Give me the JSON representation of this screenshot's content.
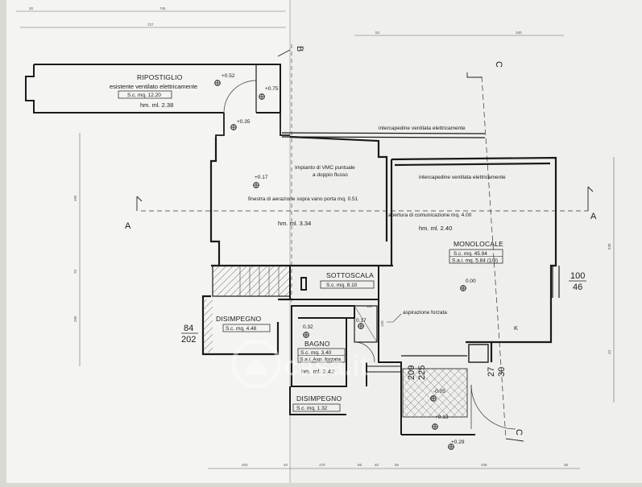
{
  "sections": {
    "a_left": "A",
    "a_right": "A",
    "b": "B",
    "c_top": "C",
    "c_bottom": "C"
  },
  "rooms": {
    "ripostiglio": {
      "title": "RIPOSTIGLIO",
      "desc": "esistente ventilato elettricamente",
      "area": "S.c. mq. 12.20",
      "height": "hm. ml. 2.38"
    },
    "central": {
      "height": "hm. ml. 3.34"
    },
    "monolocale": {
      "title": "MONOLOCALE",
      "area": "S.c. mq. 45.94",
      "sai": "S.a.i. mq. 5.84 (1/8)",
      "height": "hm. ml. 2.40"
    },
    "sottoscala": {
      "title": "SOTTOSCALA",
      "area": "S.c. mq. 8.10"
    },
    "disimpegno1": {
      "title": "DISIMPEGNO",
      "area": "S.c. mq. 4.48"
    },
    "bagno": {
      "title": "BAGNO",
      "area": "S.c. mq. 3.40",
      "sai": "S.a.i. Asp. forzata",
      "height": "hm. ml. 2.42"
    },
    "disimpegno2": {
      "title": "DISIMPEGNO",
      "area": "S.c. mq. 1.32"
    }
  },
  "annotations": {
    "intercapedine_top": "intercapedine ventilata elettricamente",
    "intercapedine_mid": "intercapedine ventilata elettricamente",
    "vmc_line1": "Impianto di VMC puntuale",
    "vmc_line2": "a doppio flusso",
    "finestra": "finestra di aerazione sopra vano porta mq. 0.51",
    "apertura": "apertura di comunicazione mq. 4.00",
    "aspirazione": "aspirazione forzata",
    "kitchen": "K"
  },
  "levels": {
    "l1": "+0.52",
    "l2": "+0.75",
    "l3": "+0.35",
    "l4": "+0.17",
    "l5": "0.00",
    "l6": "0.32",
    "l7": "0.17",
    "l8": "-0.05",
    "l9": "+0.13",
    "l10": "+0.29"
  },
  "dimensions": {
    "d_100": "100",
    "d_46": "46",
    "d_84": "84",
    "d_202": "202",
    "d_209": "209",
    "d_225": "225",
    "d_27": "27",
    "d_30": "30",
    "d_110": "110",
    "d_120": "120"
  },
  "watermark": "casa.it"
}
